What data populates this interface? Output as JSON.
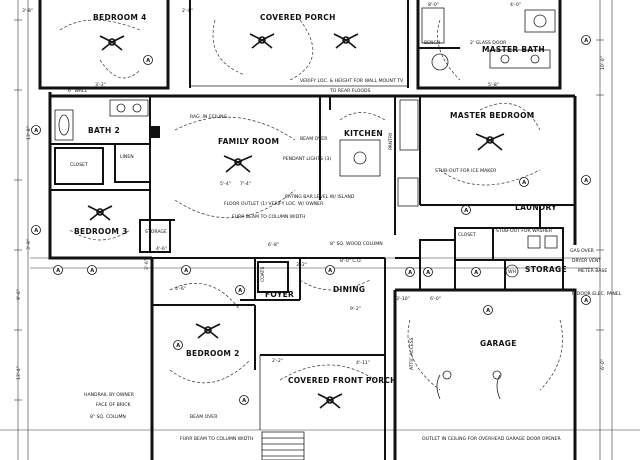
{
  "plan": {
    "rooms": {
      "bedroom4": "BEDROOM 4",
      "covered_porch": "COVERED PORCH",
      "master_bath": "MASTER BATH",
      "bath2": "BATH 2",
      "family_room": "FAMILY ROOM",
      "kitchen": "KITCHEN",
      "master_bedroom": "MASTER BEDROOM",
      "bedroom3": "BEDROOM 3",
      "laundry": "LAUNDRY",
      "storage": "STORAGE",
      "storage_small": "STORAGE",
      "dining": "DINING",
      "foyer": "FOYER",
      "bedroom2": "BEDROOM 2",
      "covered_front_porch": "COVERED FRONT PORCH",
      "garage": "GARAGE",
      "closet": "CLOSET",
      "closet2": "CLOSET",
      "linen": "LINEN",
      "coats": "COATS",
      "bench": "BENCH",
      "pantry": "PANTRY",
      "wh": "WH"
    },
    "notes": {
      "glass_door": "2' GLASS DOOR",
      "verify_tv": "VERIFY LOC. & HEIGHT FOR WALL MOUNT TV",
      "rear_floods": "TO REAR FLOODS",
      "rag_ceiling": "RAG. IN CEILING",
      "beam_over": "BEAM OVER",
      "pendant_lights": "PENDANT LIGHTS (3)",
      "eating_bar": "EATING BAR LEVEL W/ ISLAND",
      "floor_outlet": "FLOOR OUTLET (1) VERIFY LOC. W/ OWNER",
      "furr_beam": "FURR BEAM TO COLUMN WIDTH",
      "stub_out_ice": "STUB-OUT FOR ICE MAKER",
      "stub_out_washer": "STUB-OUT FOR WASHER",
      "gas_over": "GAS OVER",
      "dryer_vent": "DRYER VENT",
      "meter_base": "METER BASE",
      "indoor_panel": "INDOOR ELEC. PANEL",
      "wood_column": "8\" SQ. WOOD COLUMN",
      "co": "8'-0\" C.O.",
      "handrail": "HANDRAIL BY OWNER",
      "face_of_brick": "FACE OF BRICK",
      "sq_column": "8\" SQ. COLUMN",
      "beam_over2": "BEAM OVER",
      "furr_beam2": "FURR BEAM TO COLUMN WIDTH",
      "outlet_ceiling": "OUTLET IN CEILING FOR OVERHEAD GARAGE DOOR OPENER",
      "attic_access": "ATTIC ACCESS",
      "wall_6": "6\" WALL"
    },
    "dims": {
      "d1": "3'-8\"",
      "d2": "2'-0\"",
      "d3": "8'-0\"",
      "d4": "4'-0\"",
      "d5": "3'-2\"",
      "d6": "5'-8\"",
      "d7": "13'-8\"",
      "d8": "3'-9\"",
      "d9": "4'-6\"",
      "d10": "5'-4\"",
      "d11": "6'-8\"",
      "d12": "9'-2\"",
      "d13": "7'-4\"",
      "d14": "4'-11\"",
      "d15": "9'-6\"",
      "d16": "13'-4\"",
      "d17": "3'-10\"",
      "d18": "10'-0\"",
      "d19": "6'-0\"",
      "d20": "3'-2\"",
      "d21": "4'-6\"",
      "d22": "2'-2\"",
      "d23": "6'-0\"",
      "d24": "3'-6\""
    },
    "symbol": "A"
  }
}
